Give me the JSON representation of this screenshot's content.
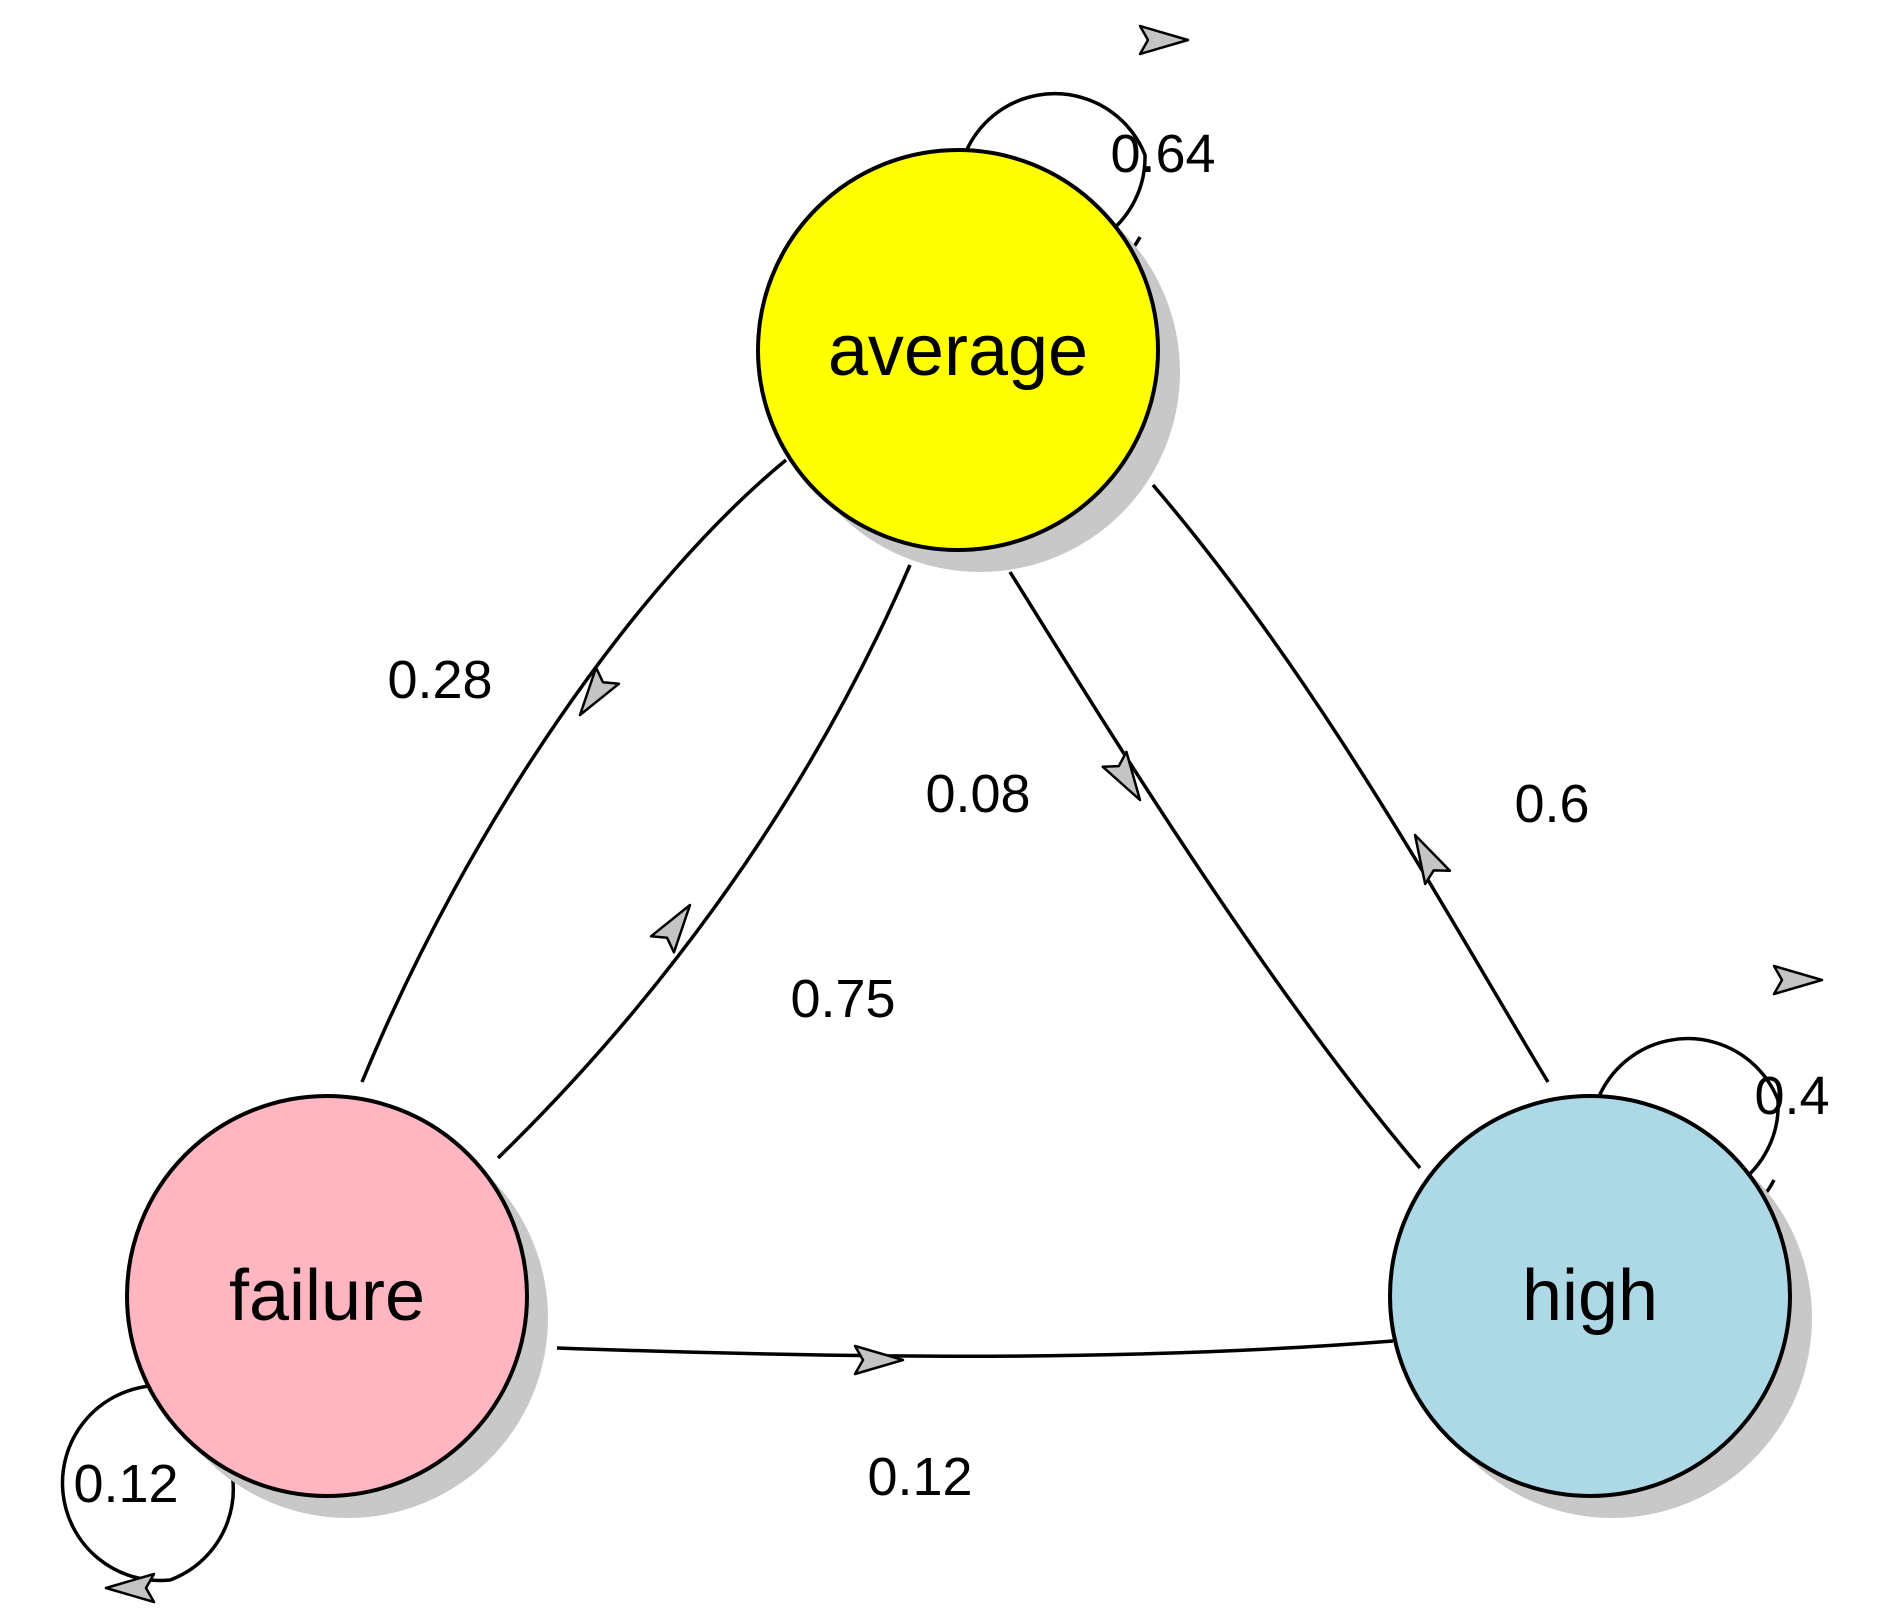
{
  "nodes": {
    "average": {
      "label": "average",
      "color": "#ffff00"
    },
    "failure": {
      "label": "failure",
      "color": "#ffb6c1"
    },
    "high": {
      "label": "high",
      "color": "#add8e6"
    }
  },
  "edges": {
    "average_to_failure": {
      "from": "average",
      "to": "failure",
      "label": "0.28"
    },
    "failure_to_average": {
      "from": "failure",
      "to": "average",
      "label": "0.75"
    },
    "average_to_high": {
      "from": "average",
      "to": "high",
      "label": "0.08"
    },
    "high_to_average": {
      "from": "high",
      "to": "average",
      "label": "0.6"
    },
    "failure_to_high": {
      "from": "failure",
      "to": "high",
      "label": "0.12"
    }
  },
  "loops": {
    "average": {
      "node": "average",
      "label": "0.64"
    },
    "high": {
      "node": "high",
      "label": "0.4"
    },
    "failure": {
      "node": "failure",
      "label": "0.12"
    }
  }
}
